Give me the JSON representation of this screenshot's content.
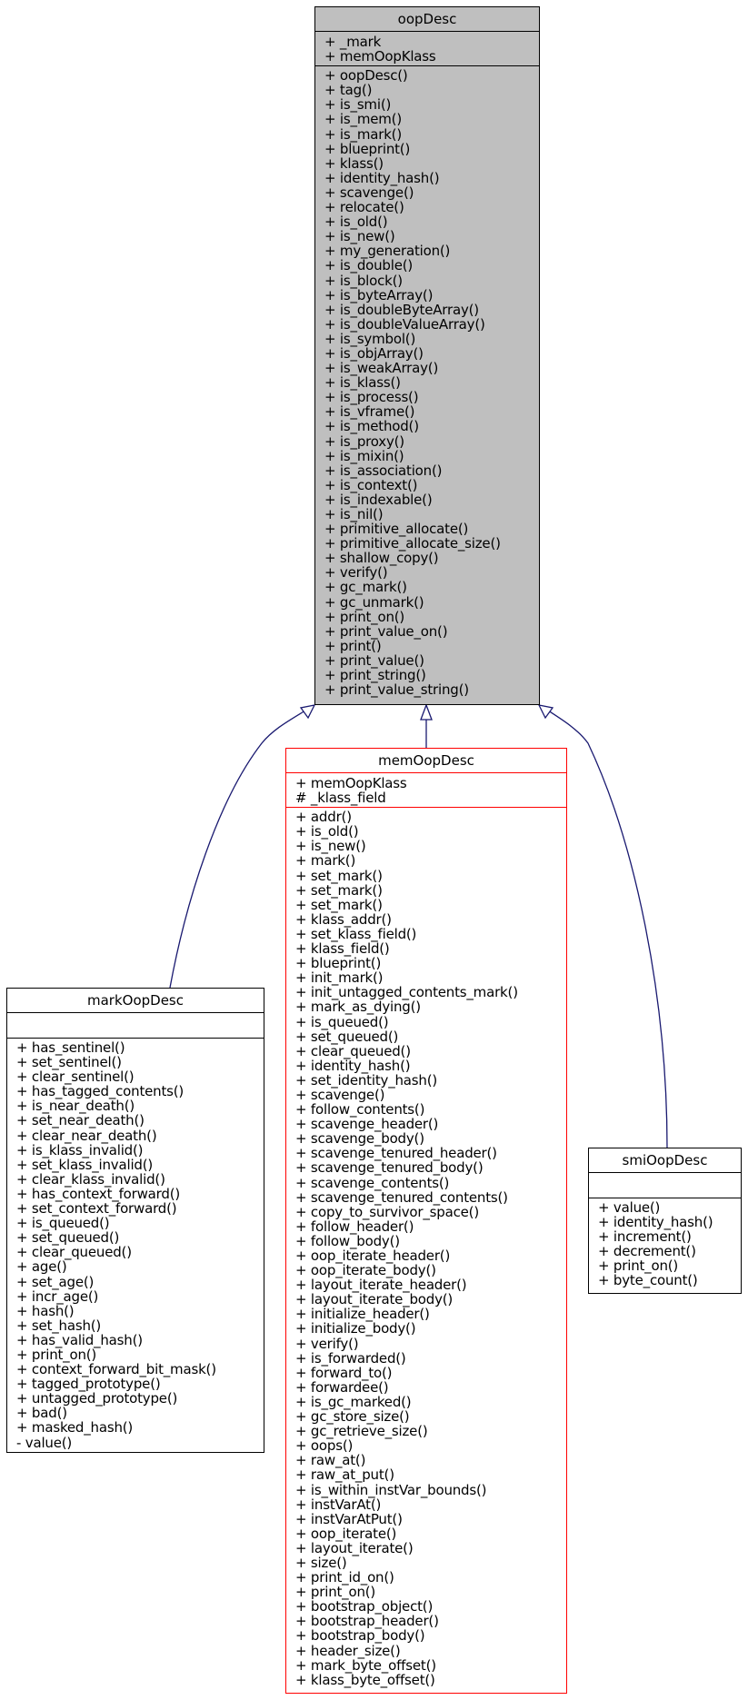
{
  "classes": {
    "oopDesc": {
      "name": "oopDesc",
      "attributes": [
        "+ _mark",
        "+ memOopKlass"
      ],
      "methods": [
        "+ oopDesc()",
        "+ tag()",
        "+ is_smi()",
        "+ is_mem()",
        "+ is_mark()",
        "+ blueprint()",
        "+ klass()",
        "+ identity_hash()",
        "+ scavenge()",
        "+ relocate()",
        "+ is_old()",
        "+ is_new()",
        "+ my_generation()",
        "+ is_double()",
        "+ is_block()",
        "+ is_byteArray()",
        "+ is_doubleByteArray()",
        "+ is_doubleValueArray()",
        "+ is_symbol()",
        "+ is_objArray()",
        "+ is_weakArray()",
        "+ is_klass()",
        "+ is_process()",
        "+ is_vframe()",
        "+ is_method()",
        "+ is_proxy()",
        "+ is_mixin()",
        "+ is_association()",
        "+ is_context()",
        "+ is_indexable()",
        "+ is_nil()",
        "+ primitive_allocate()",
        "+ primitive_allocate_size()",
        "+ shallow_copy()",
        "+ verify()",
        "+ gc_mark()",
        "+ gc_unmark()",
        "+ print_on()",
        "+ print_value_on()",
        "+ print()",
        "+ print_value()",
        "+ print_string()",
        "+ print_value_string()"
      ]
    },
    "memOopDesc": {
      "name": "memOopDesc",
      "attributes": [
        "+ memOopKlass",
        "# _klass_field"
      ],
      "methods": [
        "+ addr()",
        "+ is_old()",
        "+ is_new()",
        "+ mark()",
        "+ set_mark()",
        "+ set_mark()",
        "+ set_mark()",
        "+ klass_addr()",
        "+ set_klass_field()",
        "+ klass_field()",
        "+ blueprint()",
        "+ init_mark()",
        "+ init_untagged_contents_mark()",
        "+ mark_as_dying()",
        "+ is_queued()",
        "+ set_queued()",
        "+ clear_queued()",
        "+ identity_hash()",
        "+ set_identity_hash()",
        "+ scavenge()",
        "+ follow_contents()",
        "+ scavenge_header()",
        "+ scavenge_body()",
        "+ scavenge_tenured_header()",
        "+ scavenge_tenured_body()",
        "+ scavenge_contents()",
        "+ scavenge_tenured_contents()",
        "+ copy_to_survivor_space()",
        "+ follow_header()",
        "+ follow_body()",
        "+ oop_iterate_header()",
        "+ oop_iterate_body()",
        "+ layout_iterate_header()",
        "+ layout_iterate_body()",
        "+ initialize_header()",
        "+ initialize_body()",
        "+ verify()",
        "+ is_forwarded()",
        "+ forward_to()",
        "+ forwardee()",
        "+ is_gc_marked()",
        "+ gc_store_size()",
        "+ gc_retrieve_size()",
        "+ oops()",
        "+ raw_at()",
        "+ raw_at_put()",
        "+ is_within_instVar_bounds()",
        "+ instVarAt()",
        "+ instVarAtPut()",
        "+ oop_iterate()",
        "+ layout_iterate()",
        "+ size()",
        "+ print_id_on()",
        "+ print_on()",
        "+ bootstrap_object()",
        "+ bootstrap_header()",
        "+ bootstrap_body()",
        "+ header_size()",
        "+ mark_byte_offset()",
        "+ klass_byte_offset()"
      ]
    },
    "markOopDesc": {
      "name": "markOopDesc",
      "attributes": [],
      "methods": [
        "+ has_sentinel()",
        "+ set_sentinel()",
        "+ clear_sentinel()",
        "+ has_tagged_contents()",
        "+ is_near_death()",
        "+ set_near_death()",
        "+ clear_near_death()",
        "+ is_klass_invalid()",
        "+ set_klass_invalid()",
        "+ clear_klass_invalid()",
        "+ has_context_forward()",
        "+ set_context_forward()",
        "+ is_queued()",
        "+ set_queued()",
        "+ clear_queued()",
        "+ age()",
        "+ set_age()",
        "+ incr_age()",
        "+ hash()",
        "+ set_hash()",
        "+ has_valid_hash()",
        "+ print_on()",
        "+ context_forward_bit_mask()",
        "+ tagged_prototype()",
        "+ untagged_prototype()",
        "+ bad()",
        "+ masked_hash()",
        "- value()"
      ]
    },
    "smiOopDesc": {
      "name": "smiOopDesc",
      "attributes": [],
      "methods": [
        "+ value()",
        "+ identity_hash()",
        "+ increment()",
        "+ decrement()",
        "+ print_on()",
        "+ byte_count()"
      ]
    }
  },
  "edges": [
    {
      "from": "markOopDesc",
      "to": "oopDesc",
      "type": "inheritance"
    },
    {
      "from": "memOopDesc",
      "to": "oopDesc",
      "type": "inheritance"
    },
    {
      "from": "smiOopDesc",
      "to": "oopDesc",
      "type": "inheritance"
    }
  ],
  "colors": {
    "edge": "#191970",
    "focus_border": "#ff0000",
    "root_fill": "#bfbfbf"
  }
}
